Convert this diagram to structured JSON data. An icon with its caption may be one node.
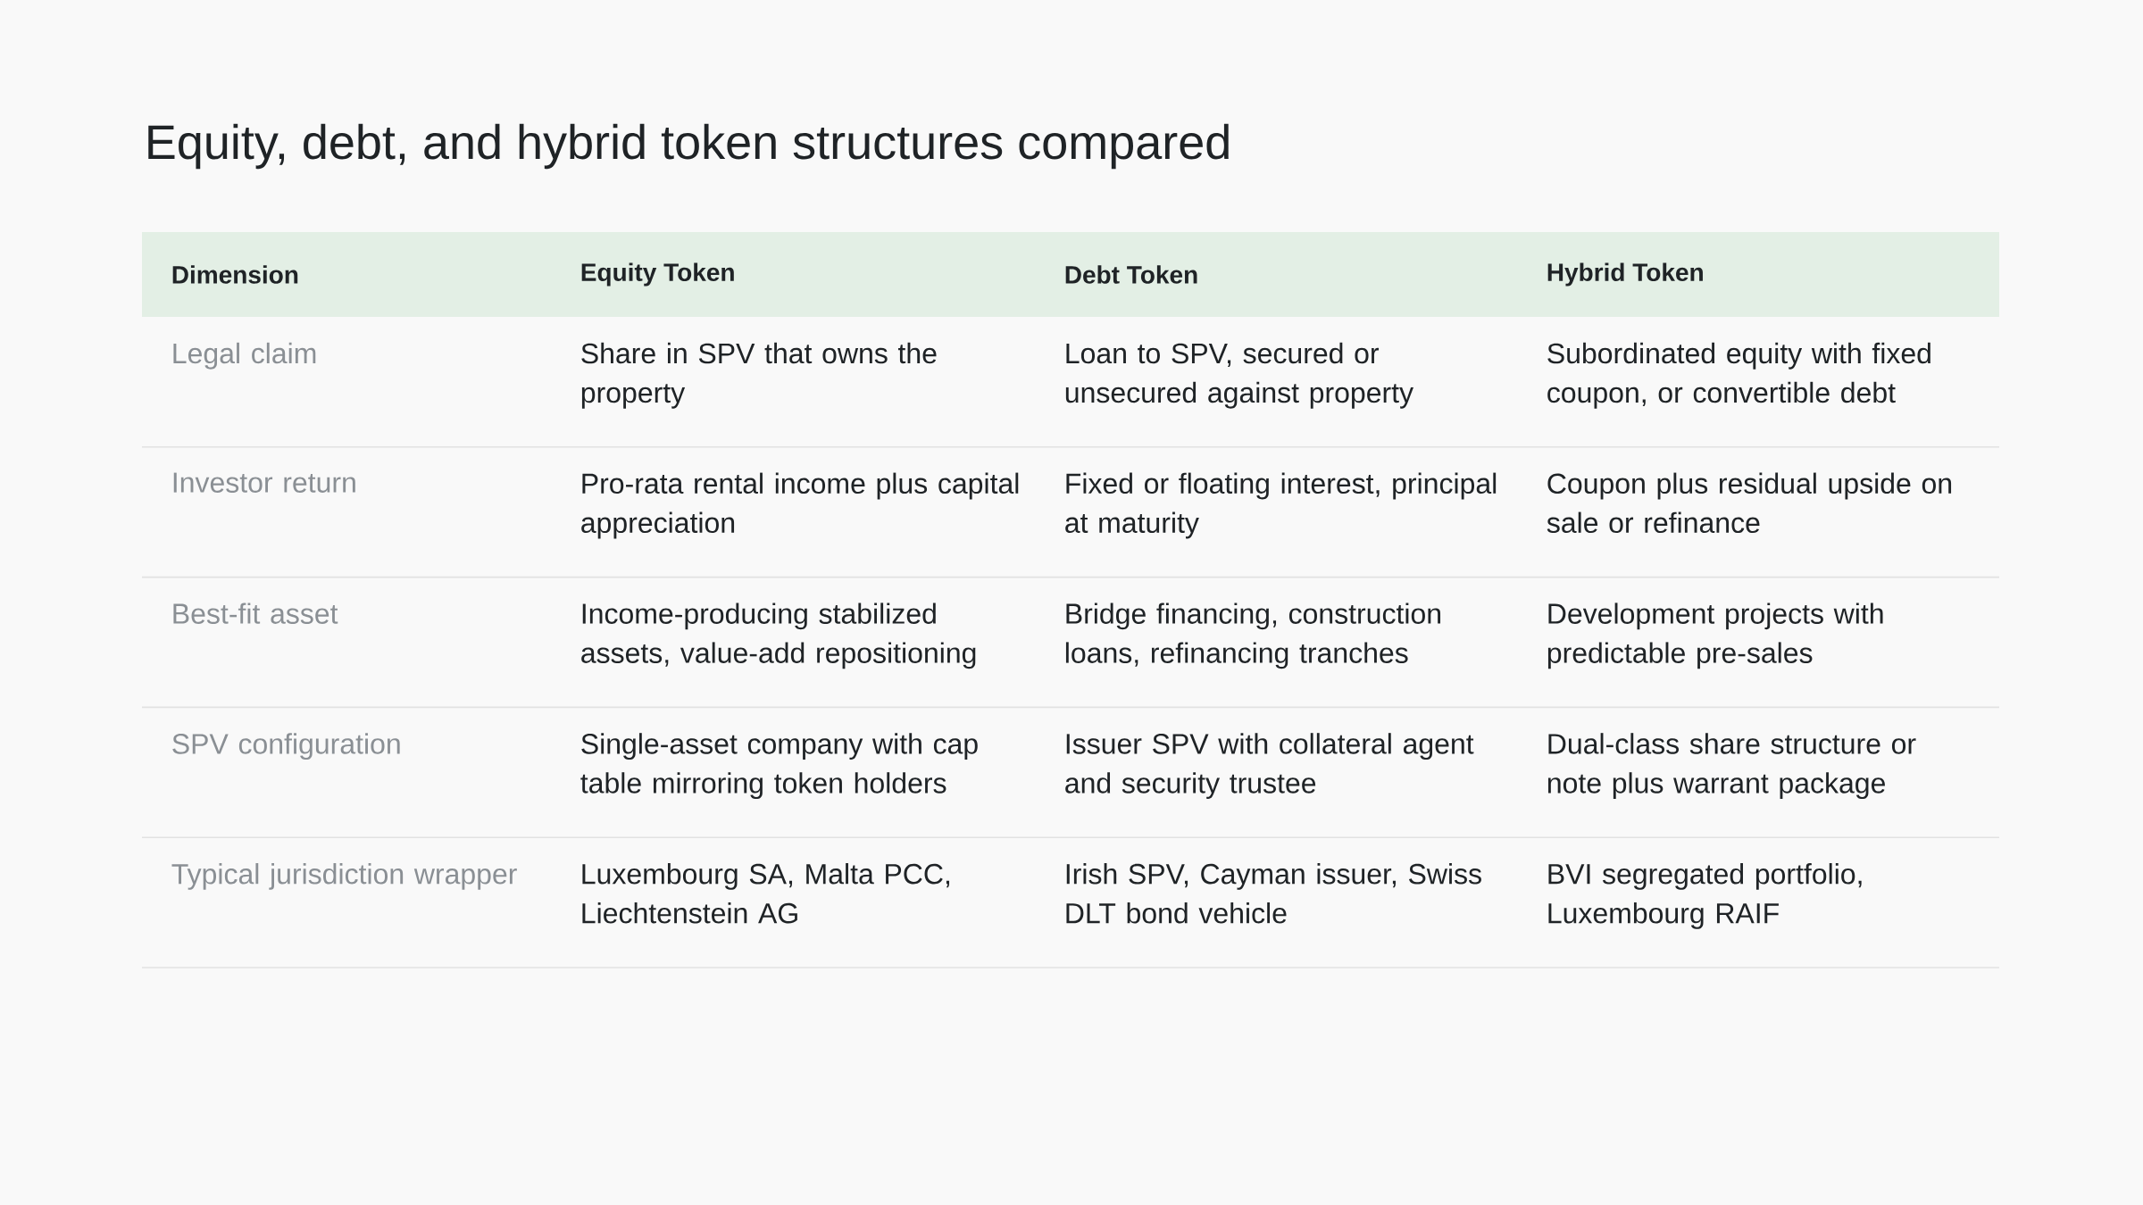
{
  "diagram": {
    "title": "Equity, debt, and hybrid token structures compared",
    "labels": [
      "Dimension",
      "Equity Token",
      "Debt Token",
      "Hybrid Token",
      "Legal claim",
      "Share in SPV that owns the property",
      "Loan to SPV, secured or unsecured against property",
      "Subordinated equity with fixed coupon, or convertible debt",
      "Investor return",
      "Pro-rata rental income plus capital appreciation",
      "Fixed or floating interest, principal at maturity",
      "Coupon plus residual upside on sale or refinance",
      "Best-fit asset",
      "Income-producing stabilized assets, value-add repositioning",
      "Bridge financing, construction loans, refinancing tranches",
      "Development projects with predictable pre-sales",
      "SPV configuration",
      "Single-asset company with cap table mirroring token holders",
      "Issuer SPV with collateral agent and security trustee",
      "Dual-class share structure or note plus warrant package",
      "Typical jurisdiction wrapper",
      "Luxembourg SA, Malta PCC, Liechtenstein AG",
      "Irish SPV, Cayman issuer, Swiss DLT bond vehicle",
      "BVI segregated portfolio, Luxembourg RAIF"
    ]
  }
}
